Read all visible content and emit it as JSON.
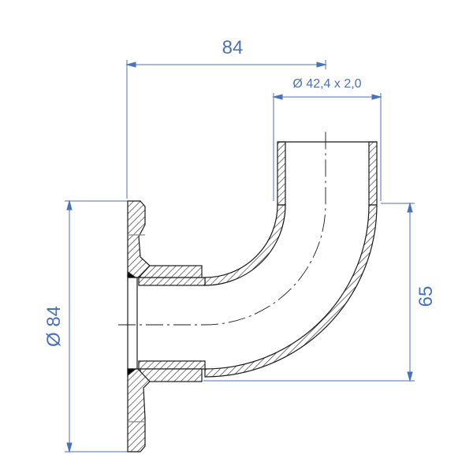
{
  "dimensions": {
    "length_top": "84",
    "pipe_size": "Ø 42,4 x 2,0",
    "flange_diameter": "Ø 84",
    "height_right": "65"
  },
  "colors": {
    "dimension": "#4a72b8",
    "outline": "#1a1a1a",
    "hatch": "#333333"
  }
}
